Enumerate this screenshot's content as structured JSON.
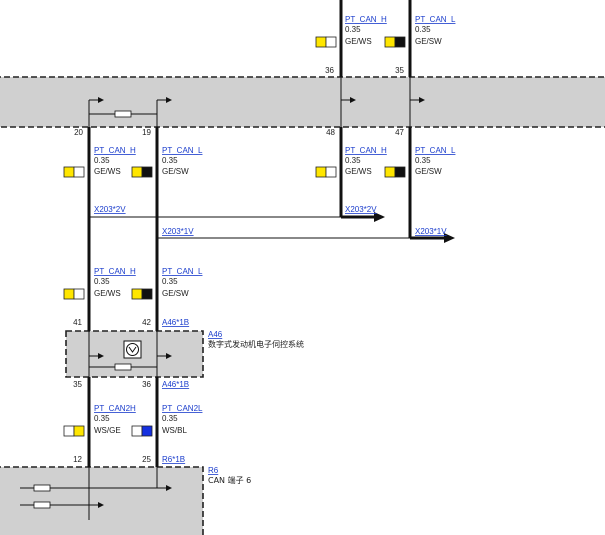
{
  "colors": {
    "yellow": "#ffe600",
    "black": "#111111",
    "white": "#ffffff",
    "blue": "#1530e0",
    "box_fill": "#d0d0d0"
  },
  "top_wires": {
    "left": {
      "name": "PT_CAN_H",
      "size": "0.35",
      "color_code": "GE/WS"
    },
    "right": {
      "name": "PT_CAN_L",
      "size": "0.35",
      "color_code": "GE/SW"
    },
    "pin_left": "36",
    "pin_right": "35"
  },
  "box1": {
    "pins_top_right": [
      "48",
      "47"
    ],
    "pins_left": [
      "20",
      "19"
    ]
  },
  "right_wires": {
    "left": {
      "name": "PT_CAN_H",
      "size": "0.35",
      "color_code": "GE/WS"
    },
    "right": {
      "name": "PT_CAN_L",
      "size": "0.35",
      "color_code": "GE/SW"
    },
    "conn_left": "X203*2V",
    "conn_right": "X203*1V"
  },
  "left_wires_a": {
    "left": {
      "name": "PT_CAN_H",
      "size": "0.35",
      "color_code": "GE/WS"
    },
    "right": {
      "name": "PT_CAN_L",
      "size": "0.35",
      "color_code": "GE/SW"
    }
  },
  "branch_labels": {
    "conn_left": "X203*2V",
    "conn_right": "X203*1V"
  },
  "left_wires_b": {
    "left": {
      "name": "PT_CAN_H",
      "size": "0.35",
      "color_code": "GE/WS"
    },
    "right": {
      "name": "PT_CAN_L",
      "size": "0.35",
      "color_code": "GE/SW"
    }
  },
  "dme": {
    "pins_top": [
      "41",
      "42"
    ],
    "connector_top": "A46*1B",
    "id": "A46",
    "name": "数字式发动机电子伺控系统",
    "pins_bottom": [
      "35",
      "36"
    ],
    "connector_bottom": "A46*1B"
  },
  "bottom_wires": {
    "left": {
      "name": "PT_CAN2H",
      "size": "0.35",
      "color_code": "WS/GE"
    },
    "right": {
      "name": "PT_CAN2L",
      "size": "0.35",
      "color_code": "WS/BL"
    }
  },
  "r6": {
    "pins": [
      "12",
      "25"
    ],
    "connector": "R6*1B",
    "id": "R6",
    "name": "CAN 端子 6"
  }
}
